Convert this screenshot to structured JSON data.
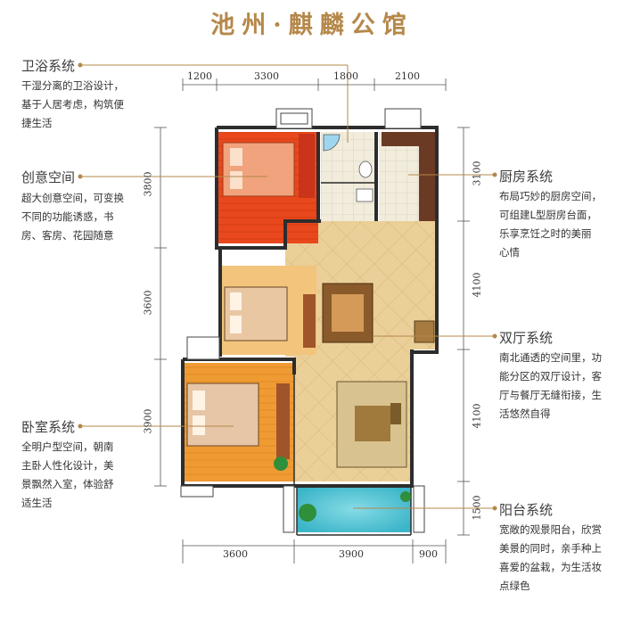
{
  "title": "池州·麒麟公馆",
  "colors": {
    "gold": "#b5884a",
    "wall": "#2d2d2d",
    "red_room": "#e8431a",
    "orange_room": "#f09a2a",
    "tan_room": "#f0c27a",
    "floor": "#e9cc95",
    "balcony": "#5cc6d6"
  },
  "sections": [
    {
      "title": "卫浴系统",
      "lines": [
        "干湿分离的卫浴设计，",
        "基于人居考虑，构筑便",
        "捷生活"
      ]
    },
    {
      "title": "创意空间",
      "lines": [
        "超大创意空间，可变换",
        "不同的功能诱惑，书",
        "房、客房、花园随意"
      ]
    },
    {
      "title": "卧室系统",
      "lines": [
        "全明户型空间，朝南",
        "主卧人性化设计，美",
        "景飘然入室，体验舒",
        "适生活"
      ]
    },
    {
      "title": "厨房系统",
      "lines": [
        "布局巧妙的厨房空间，",
        "可组建L型厨房台面，",
        "乐享烹饪之时的美丽",
        "心情"
      ]
    },
    {
      "title": "双厅系统",
      "lines": [
        "南北通透的空间里，功",
        "能分区的双厅设计，客",
        "厅与餐厅无缝衔接，生",
        "活悠然自得"
      ]
    },
    {
      "title": "阳台系统",
      "lines": [
        "宽敞的观景阳台，欣赏",
        "美景的同时，亲手种上",
        "喜爱的盆栽，为生活妆",
        "点绿色"
      ]
    }
  ],
  "dimensions": {
    "top": [
      "1200",
      "3300",
      "1800",
      "2100"
    ],
    "bottom": [
      "3600",
      "3900",
      "900"
    ],
    "left": [
      "3800",
      "3600",
      "3900"
    ],
    "right": [
      "3100",
      "4100",
      "4100",
      "1500"
    ]
  }
}
